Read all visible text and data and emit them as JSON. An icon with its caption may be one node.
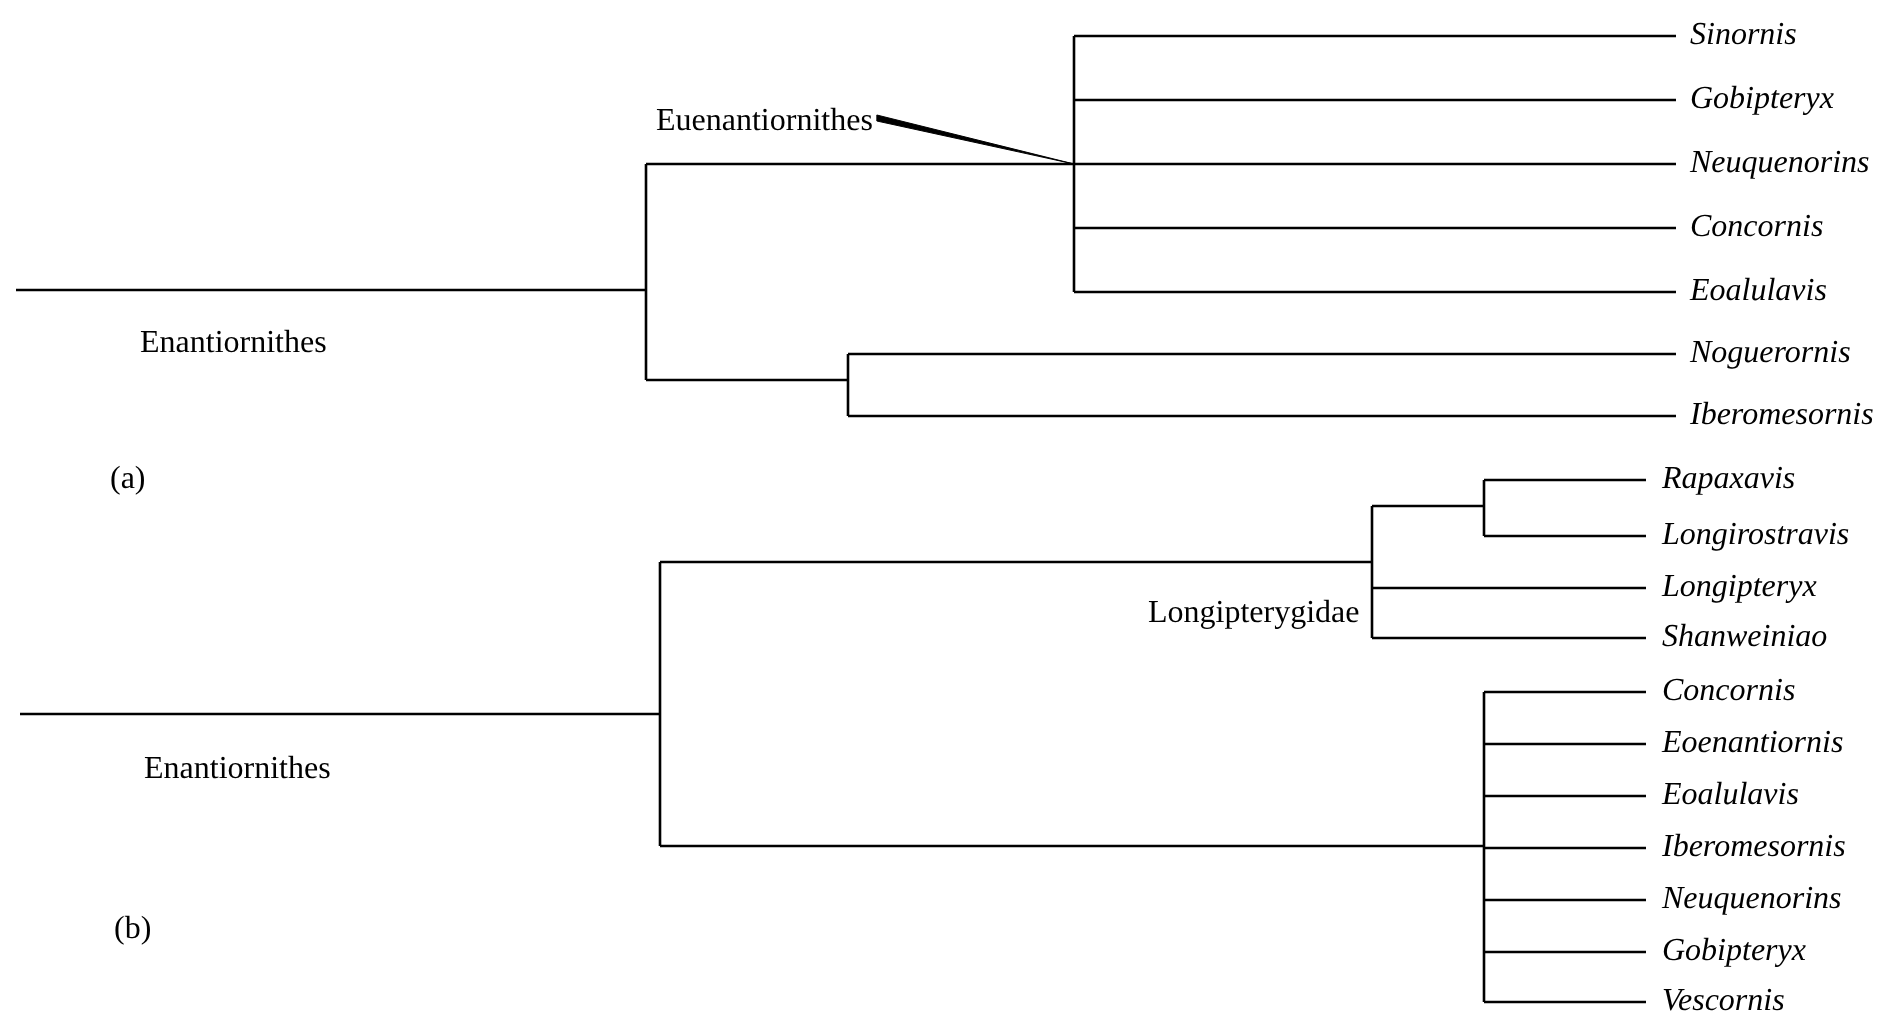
{
  "diagram": {
    "nodes": [
      {
        "text": [],
        "shape": "bar"
      },
      {
        "text": [
          "Euenantiornithes"
        ]
      },
      {
        "text": [],
        "shape": "bar"
      },
      {
        "text": [
          "Sinornis"
        ]
      },
      {
        "text": [
          "Gobipteryx"
        ]
      },
      {
        "text": [
          "Neuquenorins"
        ]
      },
      {
        "text": [
          "Concornis"
        ]
      },
      {
        "text": [
          "Eoalulavis"
        ]
      },
      {
        "text": [],
        "shape": "bar"
      },
      {
        "text": [
          "Noguerornis"
        ]
      },
      {
        "text": [
          "Iberomesornis"
        ]
      },
      {
        "text": [],
        "shape": "bar"
      },
      {
        "text": [],
        "shape": "bar",
        "beside": [
          "Longipterygidae"
        ]
      },
      {
        "text": [],
        "shape": "bar"
      },
      {
        "text": [
          "Rapaxavis"
        ]
      },
      {
        "text": [
          "Longirostravis"
        ]
      },
      {
        "text": [
          "Longipteryx"
        ]
      },
      {
        "text": [
          "Shanweiniao"
        ]
      },
      {
        "text": [],
        "shape": "bar"
      },
      {
        "text": [
          "Concornis"
        ]
      },
      {
        "text": [
          "Eoenantiornis"
        ]
      },
      {
        "text": [
          "Eoalulavis"
        ]
      },
      {
        "text": [
          "Iberomesornis"
        ]
      },
      {
        "text": [
          "Neuquenorins"
        ]
      },
      {
        "text": [
          "Gobipteryx"
        ]
      },
      {
        "text": [
          "Vescornis"
        ]
      }
    ],
    "edges": [
      {
        "from": null,
        "to": 0,
        "arrow": "none"
      },
      {
        "from": 0,
        "to": 2,
        "arrow": "none"
      },
      {
        "from": 2,
        "to": 3,
        "arrow": "none"
      },
      {
        "from": 2,
        "to": 4,
        "arrow": "none"
      },
      {
        "from": 2,
        "to": 5,
        "arrow": "none"
      },
      {
        "from": 2,
        "to": 6,
        "arrow": "none"
      },
      {
        "from": 2,
        "to": 7,
        "arrow": "none"
      },
      {
        "from": 0,
        "to": 8,
        "arrow": "none"
      },
      {
        "from": 8,
        "to": 9,
        "arrow": "none"
      },
      {
        "from": 8,
        "to": 10,
        "arrow": "none"
      },
      {
        "from": 1,
        "to": 2,
        "arrow": "none"
      },
      {
        "from": null,
        "to": 11,
        "arrow": "none"
      },
      {
        "from": 11,
        "to": 12,
        "arrow": "none"
      },
      {
        "from": 12,
        "to": 13,
        "arrow": "none"
      },
      {
        "from": 13,
        "to": 14,
        "arrow": "none"
      },
      {
        "from": 13,
        "to": 15,
        "arrow": "none"
      },
      {
        "from": 12,
        "to": 16,
        "arrow": "none"
      },
      {
        "from": 12,
        "to": 17,
        "arrow": "none"
      },
      {
        "from": 11,
        "to": 18,
        "arrow": "none"
      },
      {
        "from": 18,
        "to": 19,
        "arrow": "none"
      },
      {
        "from": 18,
        "to": 20,
        "arrow": "none"
      },
      {
        "from": 18,
        "to": 21,
        "arrow": "none"
      },
      {
        "from": 18,
        "to": 22,
        "arrow": "none"
      },
      {
        "from": 18,
        "to": 23,
        "arrow": "none"
      },
      {
        "from": 18,
        "to": 24,
        "arrow": "none"
      },
      {
        "from": 18,
        "to": 25,
        "arrow": "none"
      }
    ],
    "labels": [
      "Enantiornithes",
      "(a)",
      "Enantiornithes",
      "(b)"
    ]
  }
}
